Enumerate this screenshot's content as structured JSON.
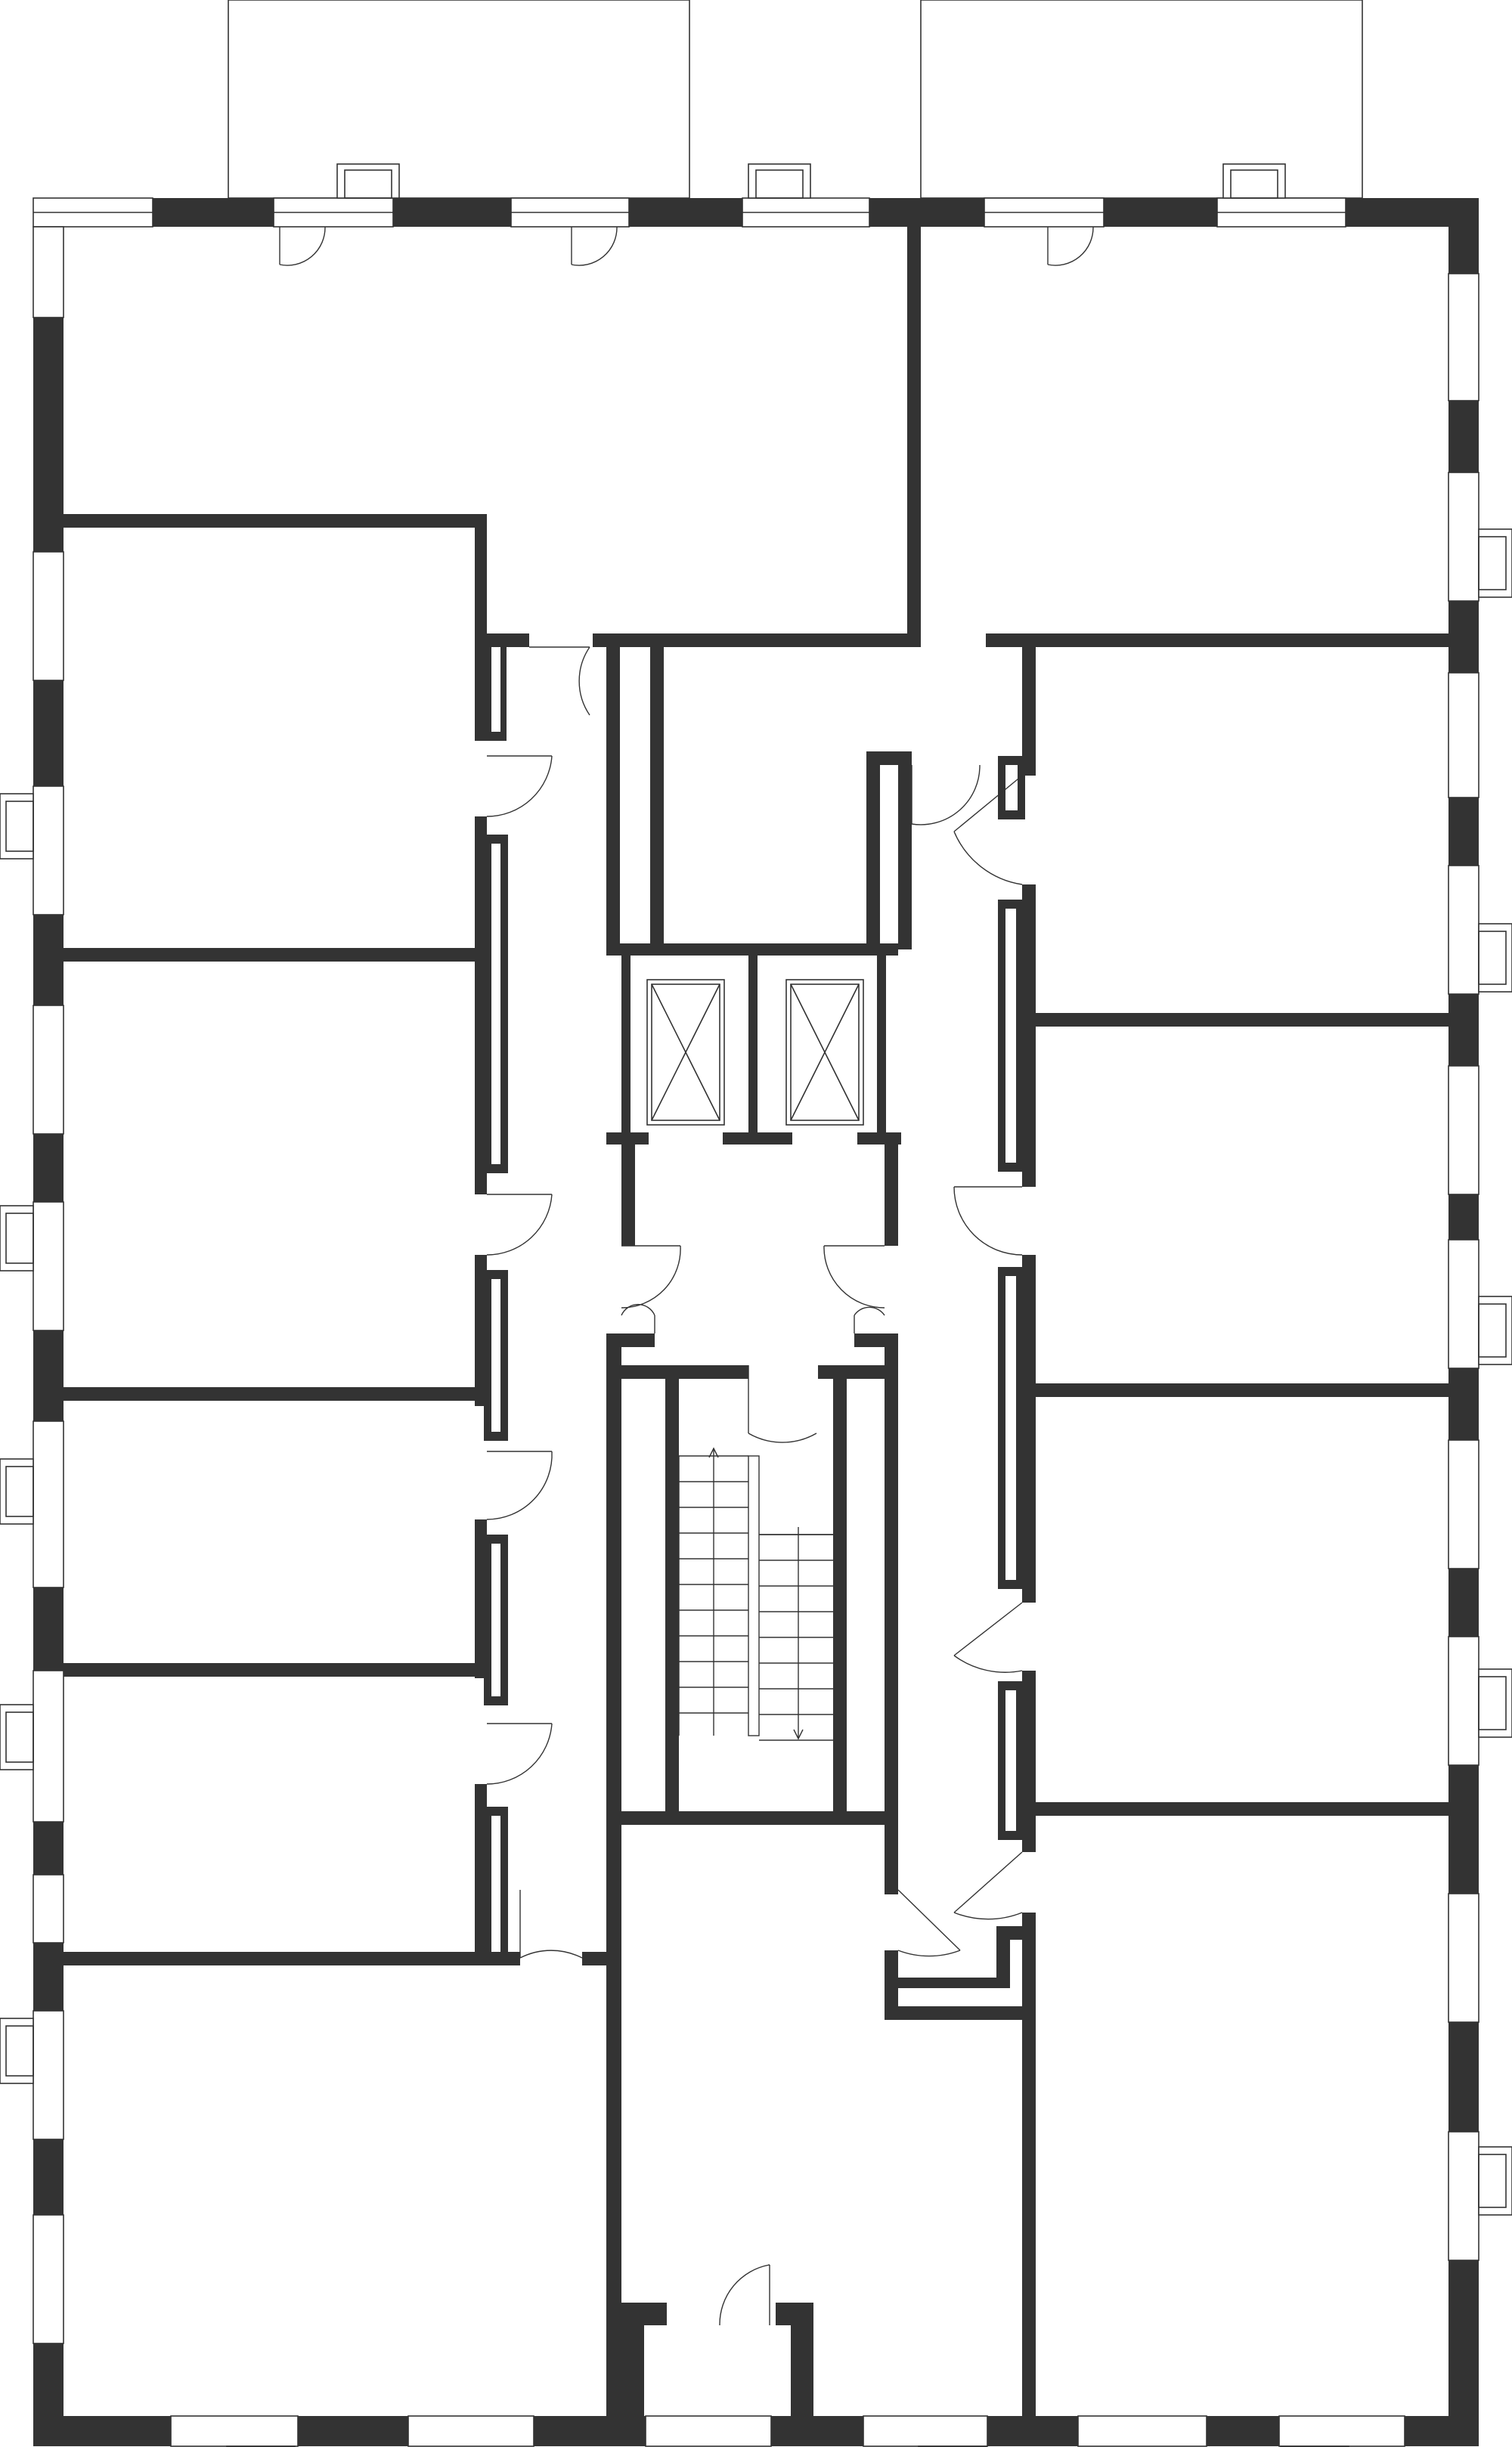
{
  "floor_plan": {
    "colors": {
      "wall": "#333333",
      "background": "#ffffff",
      "line": "#333333"
    },
    "icons": [
      "elevator-car-icon",
      "stair-direction-arrow-icon",
      "door-swing-icon",
      "window-icon",
      "balcony-icon"
    ],
    "rooms": [
      "apartment-north-west",
      "apartment-north-east",
      "room-west-1",
      "room-west-2",
      "room-west-3",
      "room-west-4",
      "room-south-west",
      "room-east-1",
      "room-east-2",
      "room-east-3",
      "room-south-east",
      "corridor",
      "elevator-lobby",
      "stairwell",
      "entrance-hall"
    ]
  }
}
